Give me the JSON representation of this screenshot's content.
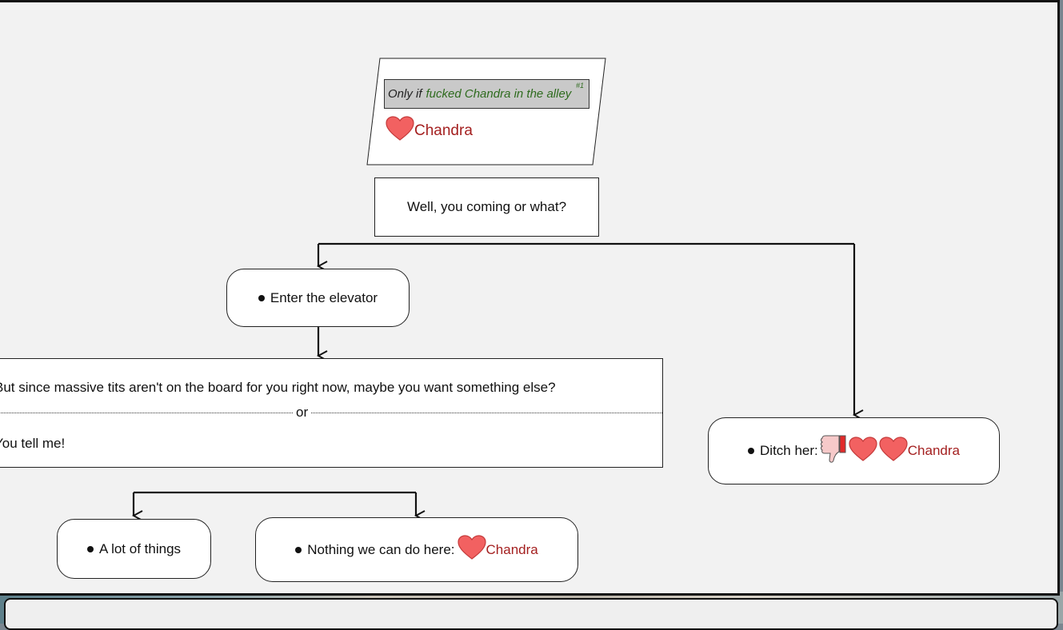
{
  "character": "Chandra",
  "condition": {
    "prefix": "Only if",
    "flag": "fucked Chandra in the alley",
    "ref": "#1"
  },
  "dialogue": {
    "line": "Well, you coming or what?"
  },
  "choices": {
    "enter_elevator": "Enter the elevator",
    "ditch_her": "Ditch her:",
    "a_lot_of_things": "A lot of things",
    "nothing_here": "Nothing we can do here:"
  },
  "response": {
    "line1": "But since massive tits aren't on the board for you right now, maybe you want something else?",
    "separator": "or",
    "line2": "You tell me!"
  },
  "colors": {
    "heart": "#f26161",
    "name": "#a42020",
    "flag": "#2e6b1e"
  },
  "icons": {
    "heart": "heart-icon",
    "dislike": "thumbs-down-icon"
  }
}
